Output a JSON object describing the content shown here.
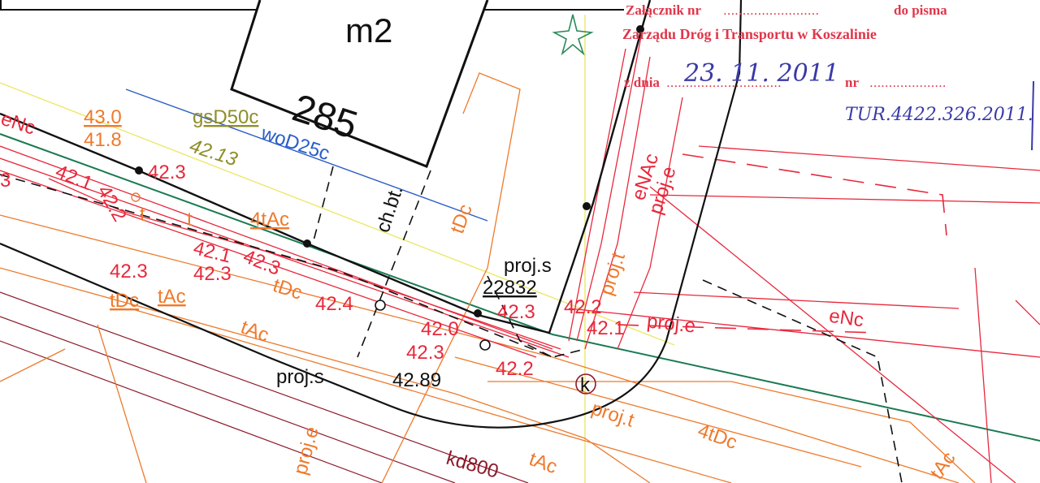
{
  "parcel": {
    "building_label": "m2",
    "number": "285"
  },
  "elevations": {
    "top_a": "43.0",
    "top_b": "41.8",
    "l1": "42.3",
    "l2": "42.1",
    "l3": "42.2",
    "l4": "42.1",
    "l5": "42.3",
    "l6": "42.3",
    "l7": "42.3",
    "l8": "42.4",
    "l9": "42.0",
    "l10": "42.3",
    "l11": "42.2",
    "l12": "42.3",
    "l13": "42.2",
    "l14": "42.1",
    "l15": "42.89",
    "gas_elev": "42.13",
    "left3": "3"
  },
  "utilities": {
    "gas": "gsD50c",
    "water": "woD25c",
    "eNc_left": "eNc",
    "eNc_right": "eNc",
    "tAc_1": "4tAc",
    "tAc_2": "tAc",
    "tAc_3": "tAc",
    "tAc_4": "tAc",
    "tAc_5": "tAc",
    "tDc_1": "tDc",
    "tDc_2": "tDc",
    "tDc_3": "tDc",
    "tDc_4": "4tDc",
    "eNAc": "eNAc",
    "proj_e_1": "proj.e",
    "proj_e_2": "proj.e",
    "proj_e_3": "proj.e",
    "proj_t_1": "proj.t",
    "proj_t_2": "proj.t",
    "proj_s_1": "proj.s",
    "proj_s_2": "proj.s",
    "proj_s_num": "22832",
    "chbt": "ch.bt.",
    "kd": "kd800",
    "k": "k",
    "t1": "t",
    "t2": "t"
  },
  "stamp": {
    "line1_prefix": "Załącznik nr",
    "line1_suffix": "do pisma",
    "line2": "Zarządu Dróg i Transportu w Koszalinie",
    "line3_prefix": "z dnia",
    "line3_nr": "nr",
    "date": "23. 11. 2011",
    "number": "TUR.4422.326.2011."
  },
  "colors": {
    "red": "#e8283c",
    "orange": "#ee7a2c",
    "darkred": "#8b1a2a",
    "green": "#1a7a52",
    "blue": "#2a5ec8",
    "olive": "#8e8e2a",
    "yellow": "#ece86a",
    "black": "#111111"
  }
}
